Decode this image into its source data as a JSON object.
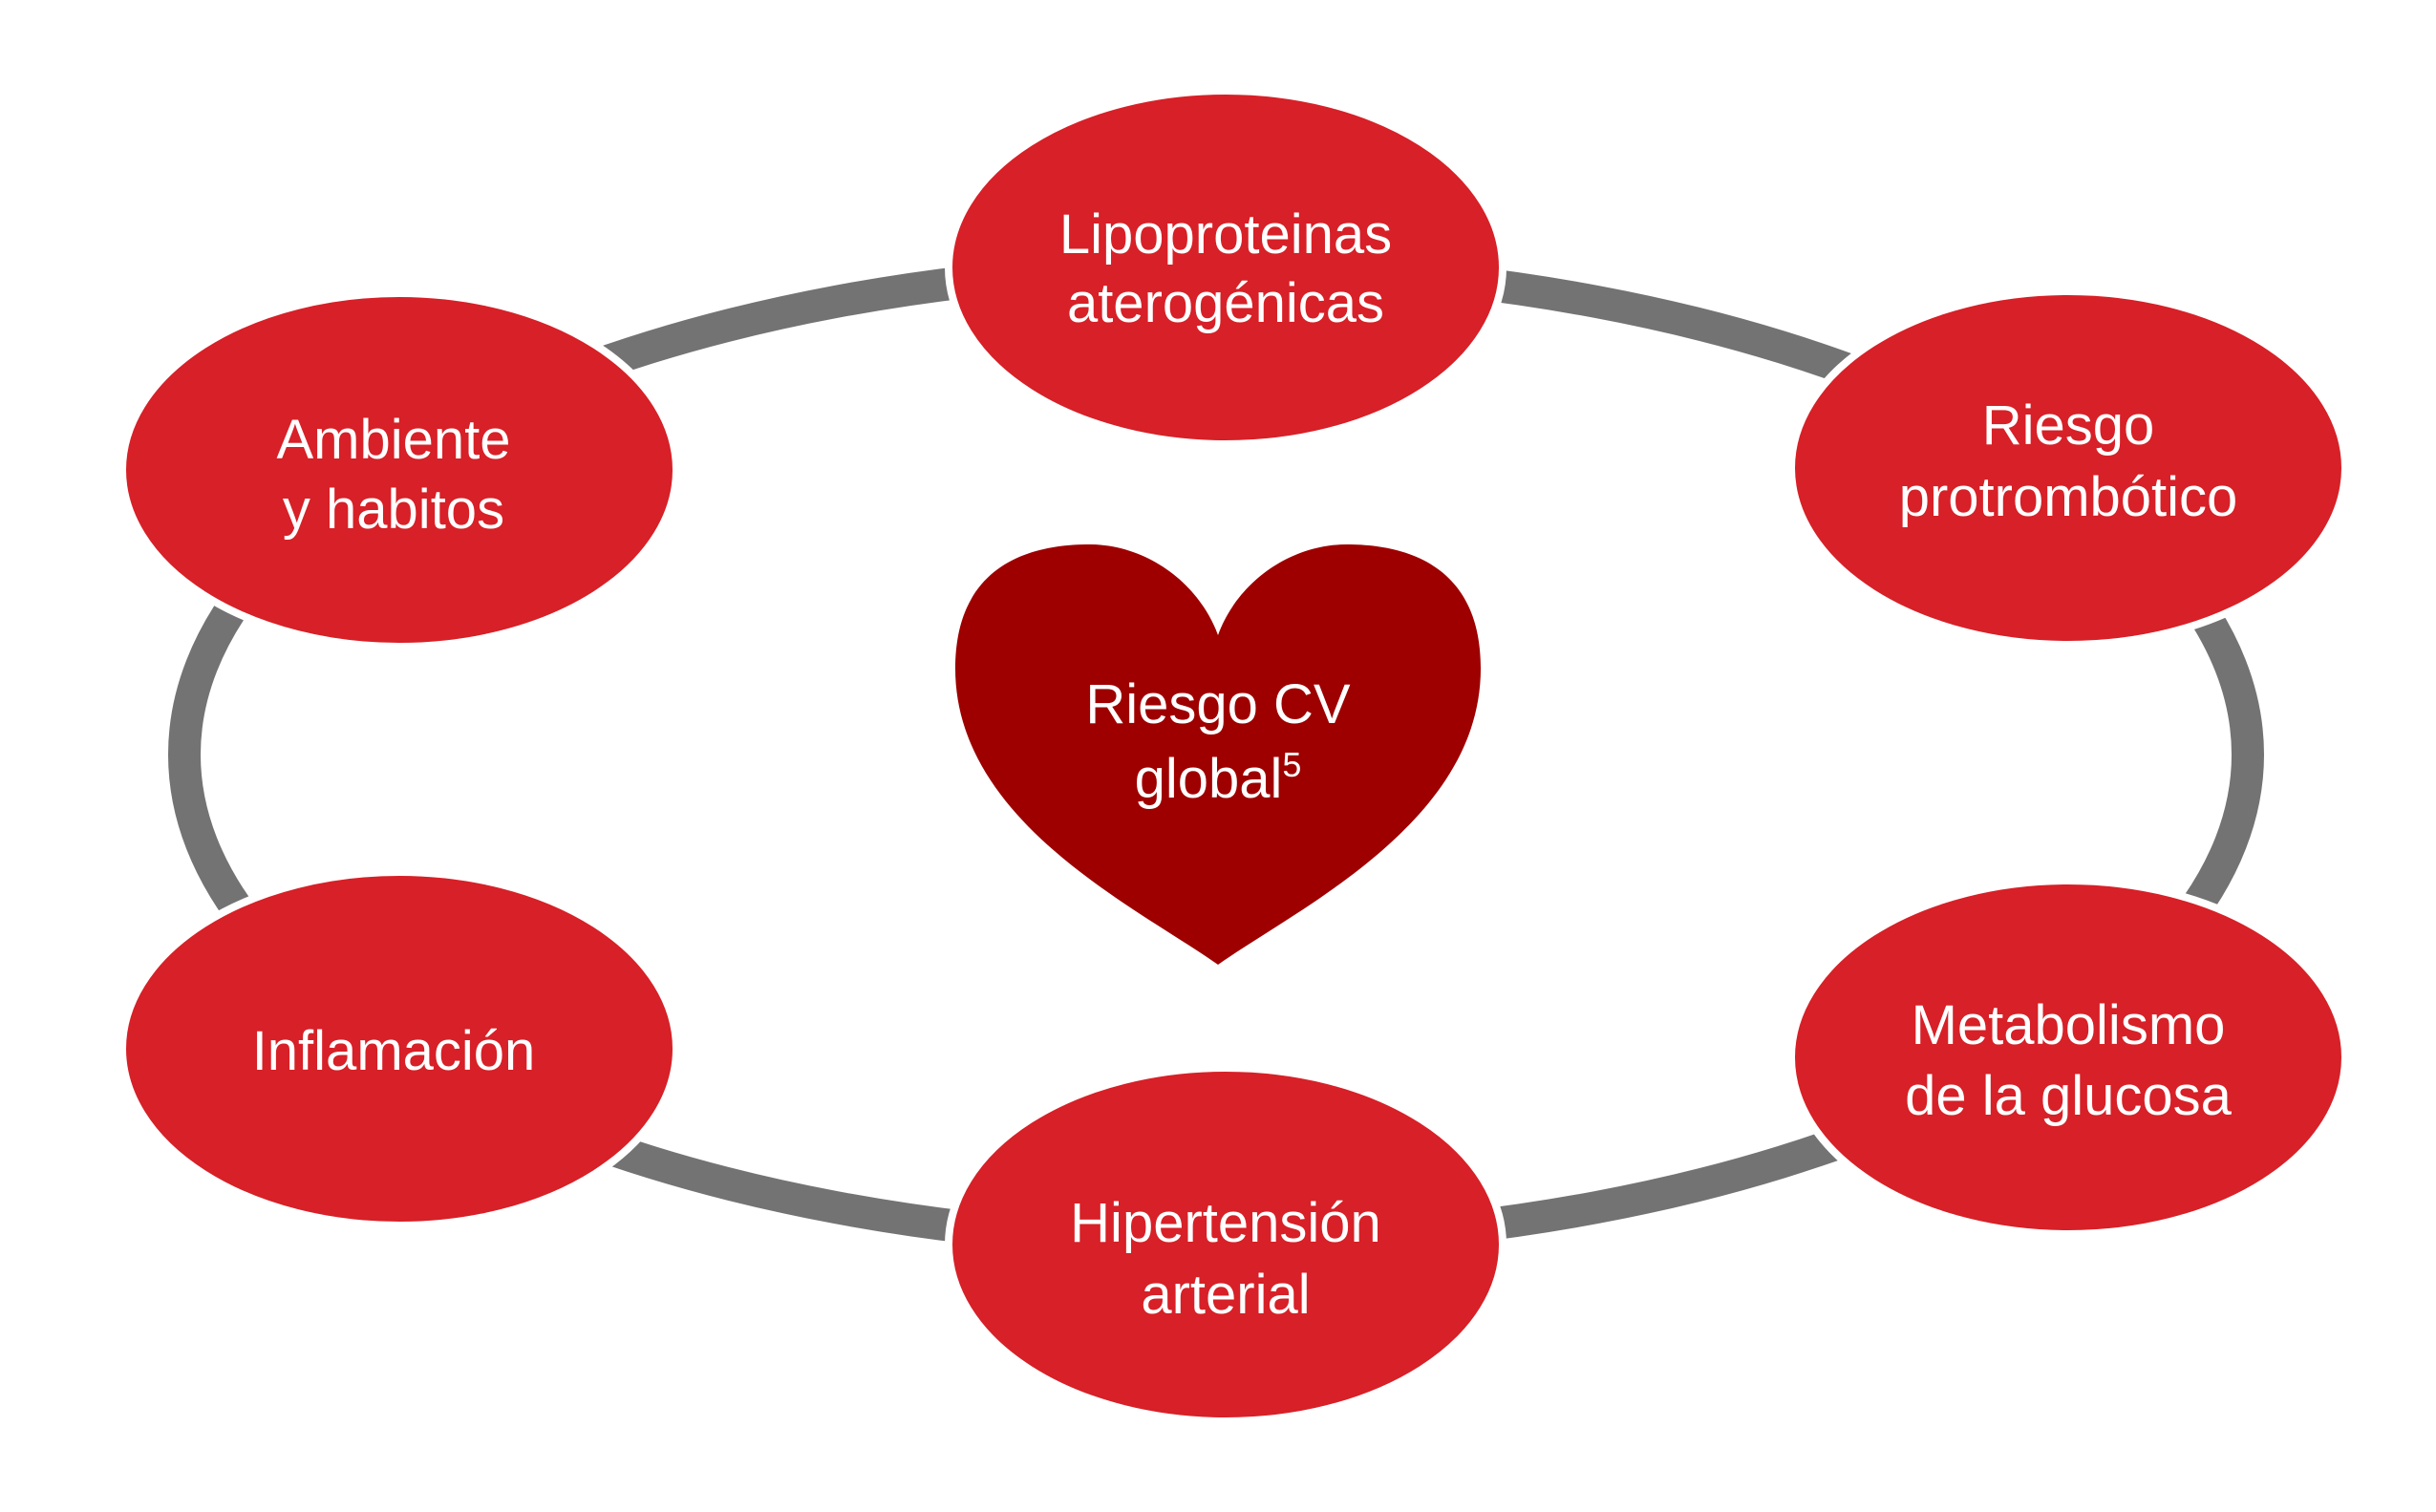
{
  "colors": {
    "ring": "#747373",
    "node_fill": "#d72027",
    "node_stroke": "#ffffff",
    "heart_fill": "#9e0000",
    "text": "#ffffff"
  },
  "center": {
    "line1": "Riesgo CV",
    "line2_main": "global",
    "line2_sup": "5"
  },
  "nodes": {
    "lipoproteinas": {
      "line1": "Lipoproteinas",
      "line2": "aterogénicas"
    },
    "protrombotico": {
      "line1": "Riesgo",
      "line2": "protrombótico"
    },
    "glucosa": {
      "line1": "Metabolismo",
      "line2": "de la glucosa"
    },
    "hipertension": {
      "line1": "Hipertensión",
      "line2": "arterial"
    },
    "inflamacion": {
      "line1": "Inflamación"
    },
    "ambiente": {
      "line1": "Ambiente",
      "line2": "y habitos"
    }
  }
}
